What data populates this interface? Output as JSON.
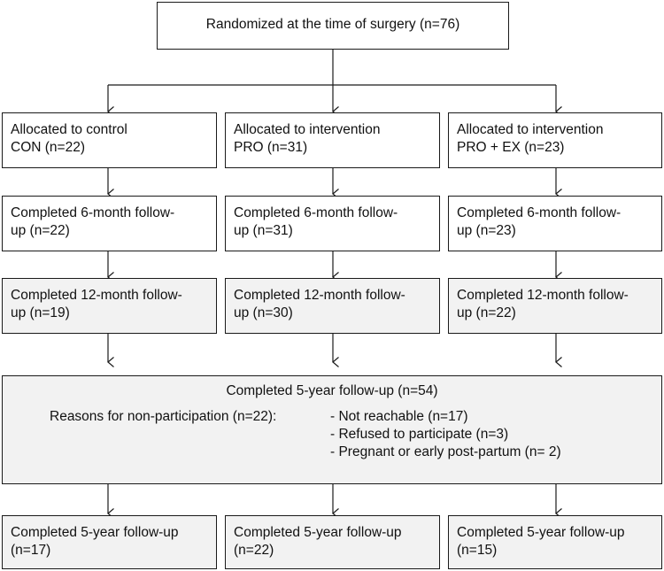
{
  "top": {
    "label": "Randomized at the time of surgery (n=76)"
  },
  "columns": [
    {
      "allocated": "Allocated to control\nCON (n=22)",
      "six_month": "Completed 6-month follow-\nup (n=22)",
      "twelve_month": "Completed 12-month follow-\nup (n=19)",
      "five_year": "Completed 5-year follow-up\n(n=17)"
    },
    {
      "allocated": "Allocated to intervention\nPRO (n=31)",
      "six_month": "Completed 6-month follow-\nup (n=31)",
      "twelve_month": "Completed 12-month follow-\nup (n=30)",
      "five_year": "Completed 5-year follow-up\n(n=22)"
    },
    {
      "allocated": "Allocated to intervention\nPRO + EX (n=23)",
      "six_month": "Completed 6-month follow-\nup (n=23)",
      "twelve_month": "Completed 12-month follow-\nup (n=22)",
      "five_year": "Completed 5-year follow-up\n(n=15)"
    }
  ],
  "five_year_summary": {
    "title": "Completed 5-year follow-up  (n=54)",
    "reasons_label": "Reasons for non-participation  (n=22):",
    "reasons": [
      "-  Not reachable (n=17)",
      "-  Refused to participate (n=3)",
      "-  Pregnant or early post-partum (n= 2)"
    ]
  }
}
